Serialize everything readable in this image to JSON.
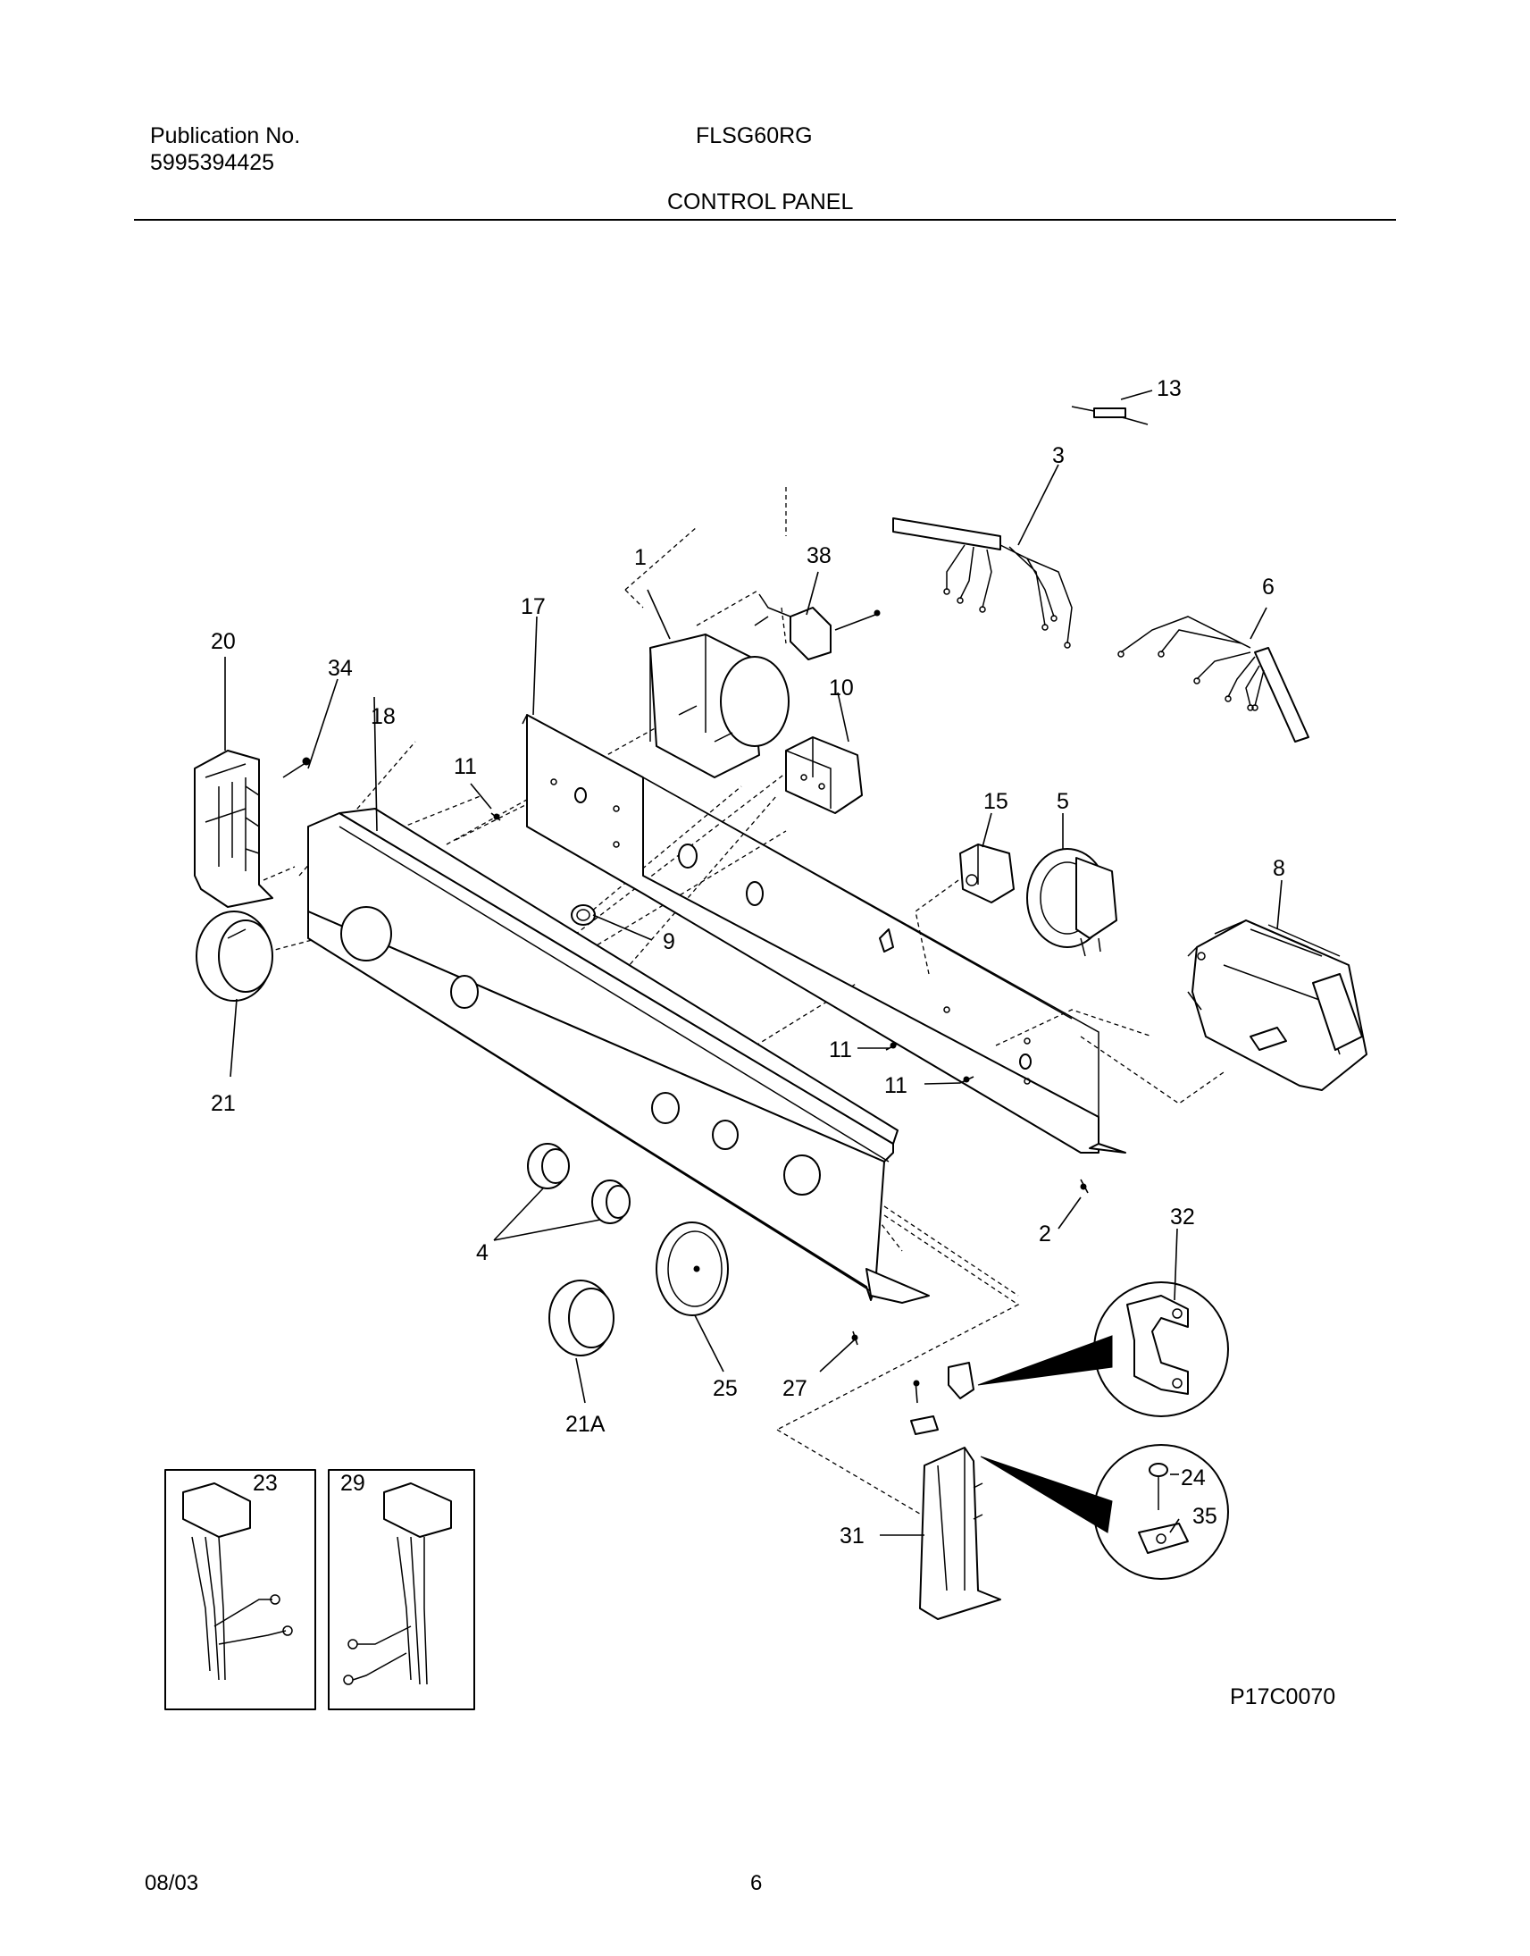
{
  "header": {
    "publication_label": "Publication No.",
    "publication_number": "5995394425",
    "model": "FLSG60RG",
    "section_title": "CONTROL PANEL"
  },
  "callouts": {
    "c1": "1",
    "c2": "2",
    "c3": "3",
    "c4": "4",
    "c5": "5",
    "c6": "6",
    "c8": "8",
    "c9": "9",
    "c10": "10",
    "c11a": "11",
    "c11b": "11",
    "c11c": "11",
    "c13": "13",
    "c15": "15",
    "c17": "17",
    "c18": "18",
    "c20": "20",
    "c21": "21",
    "c21a": "21A",
    "c23": "23",
    "c24": "24",
    "c25": "25",
    "c27": "27",
    "c29": "29",
    "c31": "31",
    "c32": "32",
    "c34": "34",
    "c35": "35",
    "c38": "38"
  },
  "figure_id": "P17C0070",
  "footer": {
    "date": "08/03",
    "page": "6"
  }
}
